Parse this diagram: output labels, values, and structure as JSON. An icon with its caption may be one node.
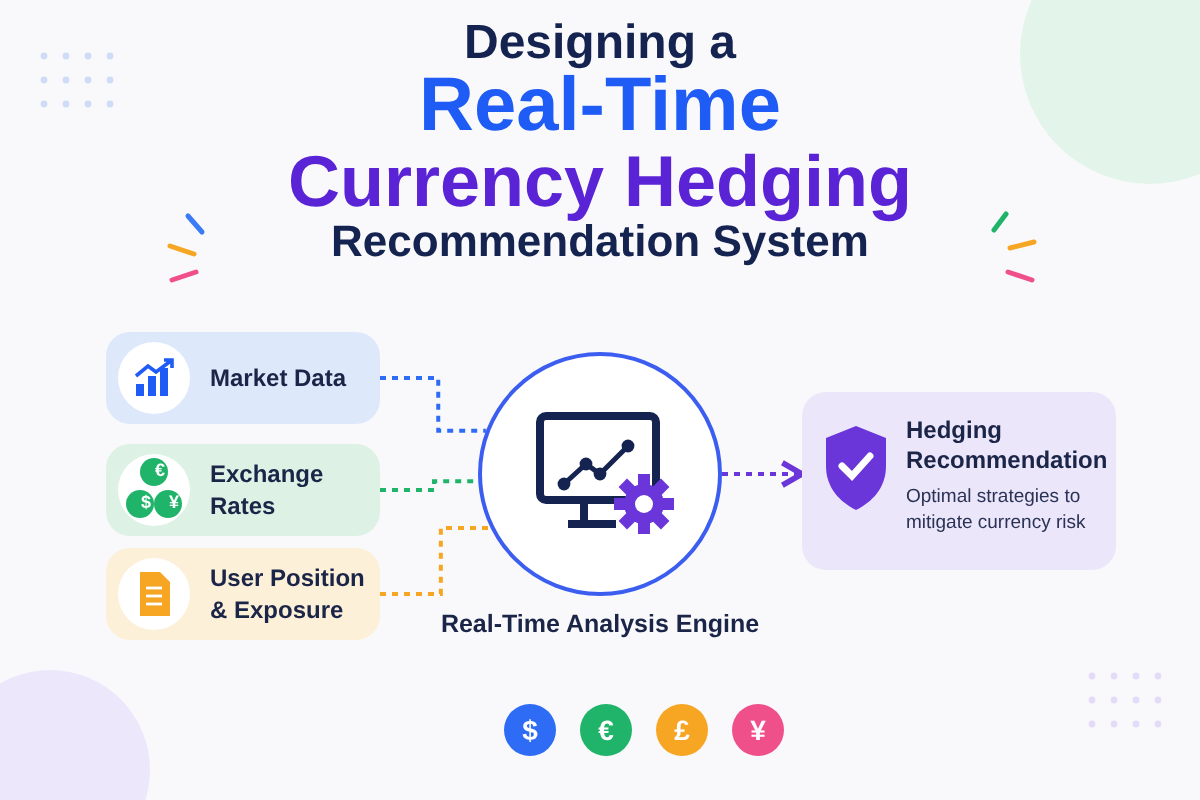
{
  "diagram": {
    "title": "Designing a Real-Time Currency Hedging Recommendation System",
    "nodes": [
      {
        "text": [
          "Market Data"
        ]
      },
      {
        "text": [
          "Exchange Rates"
        ]
      },
      {
        "text": [
          "User Position & Exposure"
        ]
      },
      {
        "text": [
          "Real-Time Analysis Engine"
        ]
      },
      {
        "text": [
          "Hedging Recommendation",
          "Optimal strategies to mitigate currency risk"
        ]
      }
    ],
    "edges": [
      {
        "from": 0,
        "to": 3,
        "arrow": "none",
        "style": "dashed",
        "color": "#2f6cf6"
      },
      {
        "from": 1,
        "to": 3,
        "arrow": "none",
        "style": "dashed",
        "color": "#1fb46a"
      },
      {
        "from": 2,
        "to": 3,
        "arrow": "none",
        "style": "dashed",
        "color": "#f6a623"
      },
      {
        "from": 3,
        "to": 4,
        "arrow": "to",
        "style": "dashed",
        "color": "#6a35d9"
      }
    ],
    "labels": [
      "€",
      "$",
      "¥",
      "$",
      "€",
      "£",
      "¥"
    ]
  }
}
